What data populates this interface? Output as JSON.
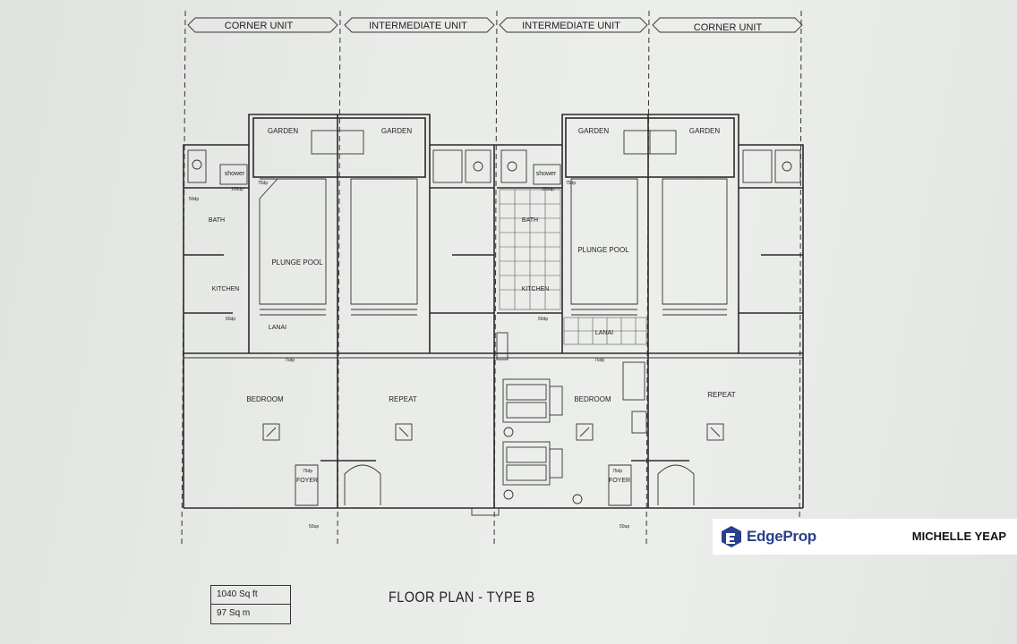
{
  "units": [
    "CORNER UNIT",
    "INTERMEDIATE UNIT",
    "INTERMEDIATE UNIT",
    "CORNER UNIT"
  ],
  "rooms": {
    "garden": "GARDEN",
    "shower": "shower",
    "bath": "BATH",
    "kitchen": "KITCHEN",
    "plunge_pool": "PLUNGE POOL",
    "lanai": "LANAI",
    "bedroom": "BEDROOM",
    "repeat": "REPEAT",
    "foyer": "FOYER"
  },
  "dims": {
    "d50": "50dp",
    "d75": "75dp",
    "d100": "100dp",
    "d50up": "50up"
  },
  "area": {
    "sqft": "1040 Sq ft",
    "sqm": "97 Sq m"
  },
  "title": "FLOOR PLAN - TYPE B",
  "watermark": {
    "brand": "EdgeProp",
    "agent": "MICHELLE YEAP",
    "brand_color": "#2a3f8f"
  }
}
